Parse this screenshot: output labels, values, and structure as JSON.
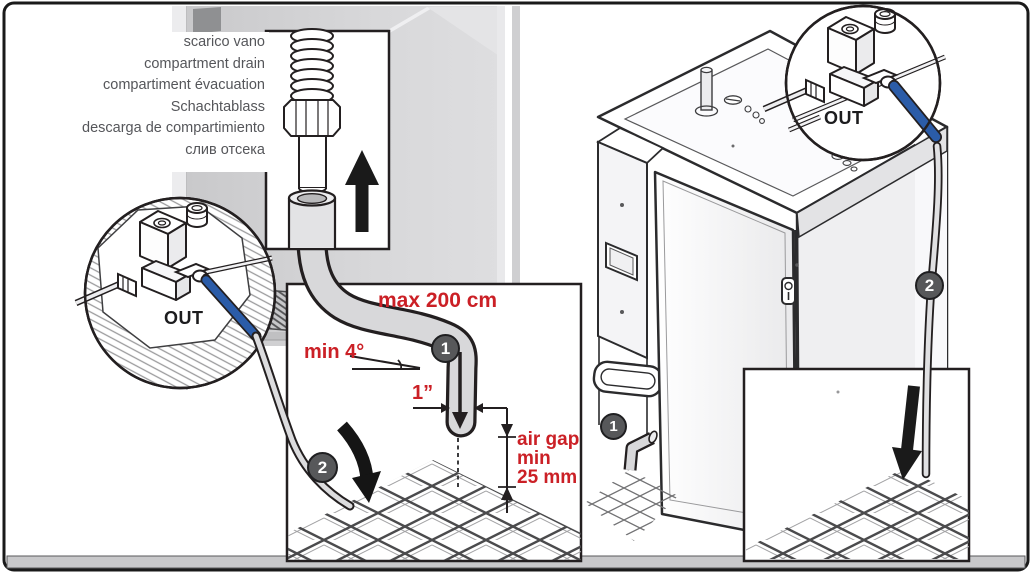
{
  "compartment_drain_labels": [
    "scarico vano",
    "compartment drain",
    "compartiment évacuation",
    "Schachtablass",
    "descarga de compartimiento",
    "слив отсека"
  ],
  "annotations": {
    "max_hose_length": "max 200 cm",
    "min_slope": "min 4°",
    "drain_pipe_diameter": "1”",
    "air_gap": {
      "line1": "air gap",
      "line2": "min",
      "line3": "25 mm"
    },
    "outlet_label_left": "OUT",
    "outlet_label_right": "OUT"
  },
  "badges": {
    "detail_box_step_1": "1",
    "detail_box_step_2": "2",
    "machine_step_1": "1",
    "machine_step_2": "2"
  },
  "colors": {
    "annotation_red": "#cb2026",
    "badge_gray": "#57585a",
    "hose_blue": "#2b5ca8",
    "hose_gray": "#d8d8da",
    "line_black": "#231f20",
    "cabinet_gray": "#d5d5d7"
  }
}
